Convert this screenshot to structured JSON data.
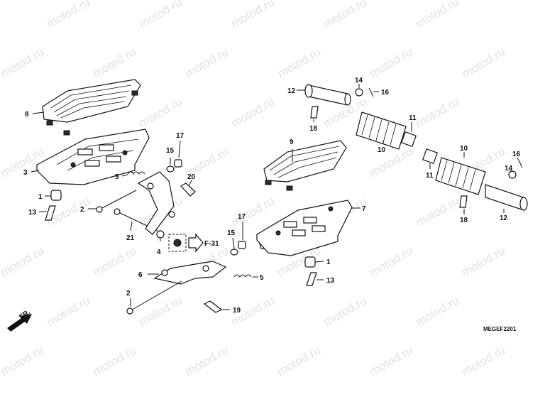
{
  "watermark": "motod.ru",
  "diagram_code": "MEGEF2201",
  "ref_label": "F-31",
  "fr_label": "FR.",
  "parts": {
    "p8": "8",
    "p3": "3",
    "p1a": "1",
    "p13a": "13",
    "p2a": "2",
    "p21": "21",
    "p5a": "5",
    "p15a": "15",
    "p17a": "17",
    "p20": "20",
    "p4": "4",
    "p6": "6",
    "p2b": "2",
    "p19": "19",
    "p5b": "5",
    "p15b": "15",
    "p17b": "17",
    "p9": "9",
    "p7": "7",
    "p1b": "1",
    "p13b": "13",
    "p12a": "12",
    "p14a": "14",
    "p16a": "16",
    "p18a": "18",
    "p10a": "10",
    "p11a": "11",
    "p11b": "11",
    "p10b": "10",
    "p16b": "16",
    "p14b": "14",
    "p18b": "18",
    "p12b": "12"
  }
}
